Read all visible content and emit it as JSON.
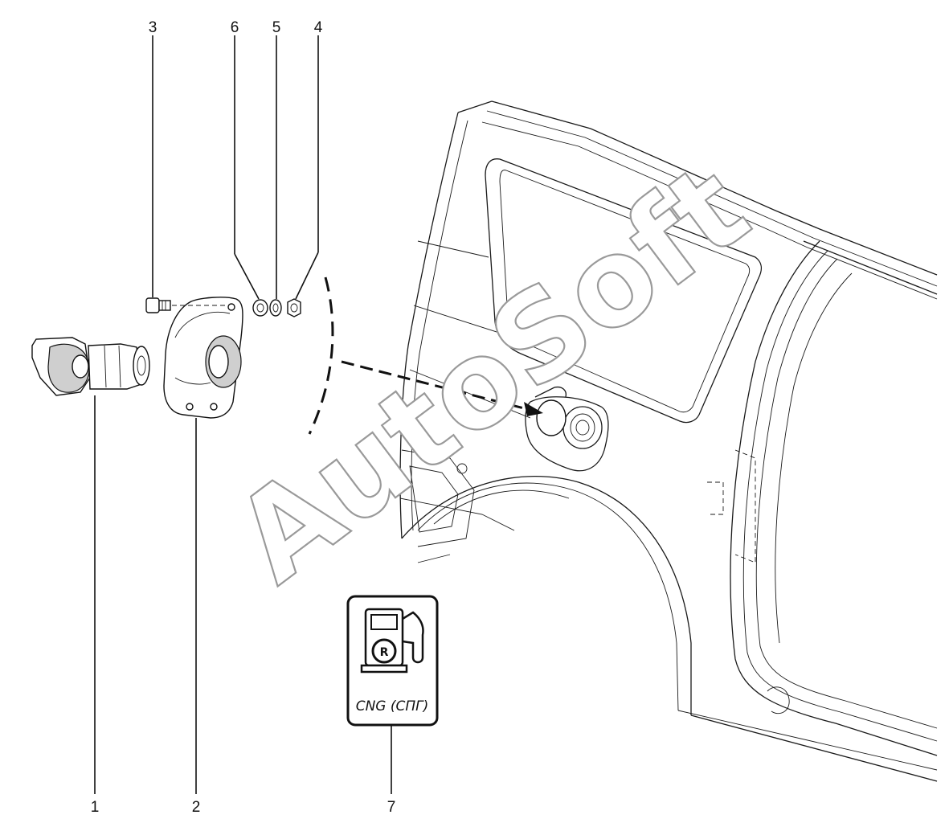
{
  "callouts": {
    "c1": "1",
    "c2": "2",
    "c3": "3",
    "c4": "4",
    "c5": "5",
    "c6": "6",
    "c7": "7"
  },
  "label_plate": {
    "text": "CNG (СПГ)"
  },
  "watermark": {
    "text": "AutoSoft"
  },
  "colors": {
    "line": "#1a1a1a",
    "watermark_outline": "#9a9a9a",
    "background": "#ffffff"
  },
  "icons": {
    "fuel_pump": "fuel-pump-icon"
  }
}
